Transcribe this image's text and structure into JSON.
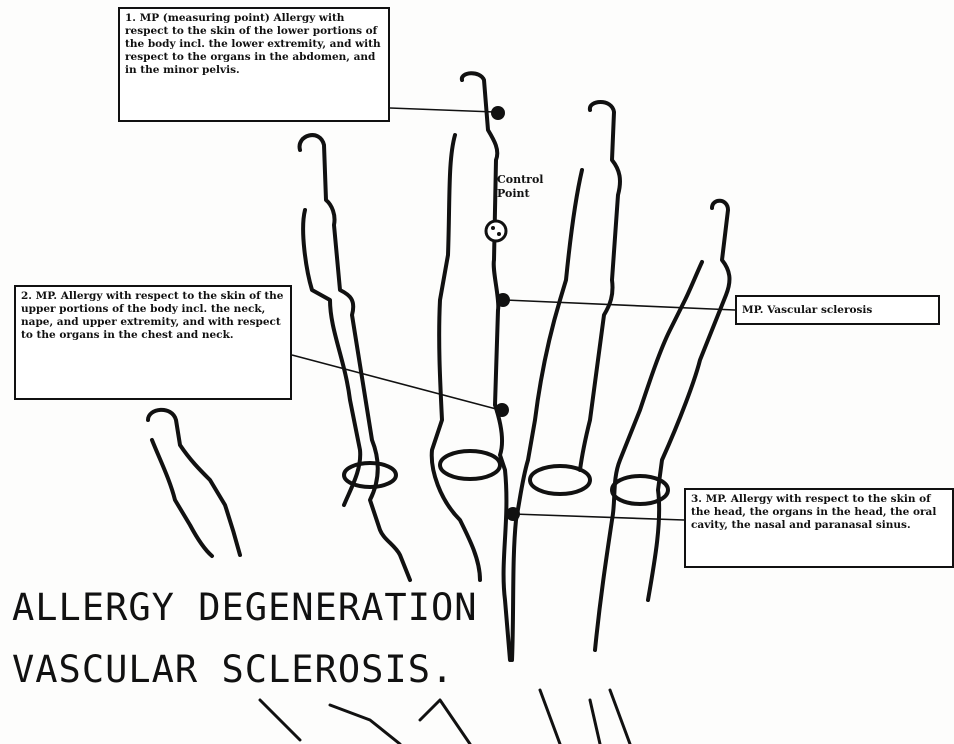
{
  "labels": {
    "mp1": "1. MP (measuring point) Allergy with respect to the skin of the lower portions of the body incl. the lower extremity, and with respect to the organs in the abdomen, and in the minor pelvis.",
    "mp2": "2. MP. Allergy with respect to the skin of the upper portions of the body incl. the neck, nape, and upper extremity, and with respect to the organs in the chest and neck.",
    "vascular": "MP. Vascular sclerosis",
    "mp3": "3. MP. Allergy with respect to the skin of the head, the organs in the head, the oral cavity, the nasal and paranasal sinus.",
    "control_point": "Control Point"
  },
  "title": {
    "line1": "ALLERGY DEGENERATION",
    "line2": "VASCULAR SCLEROSIS."
  },
  "colors": {
    "ink": "#111111",
    "paper": "#fdfdfc"
  }
}
